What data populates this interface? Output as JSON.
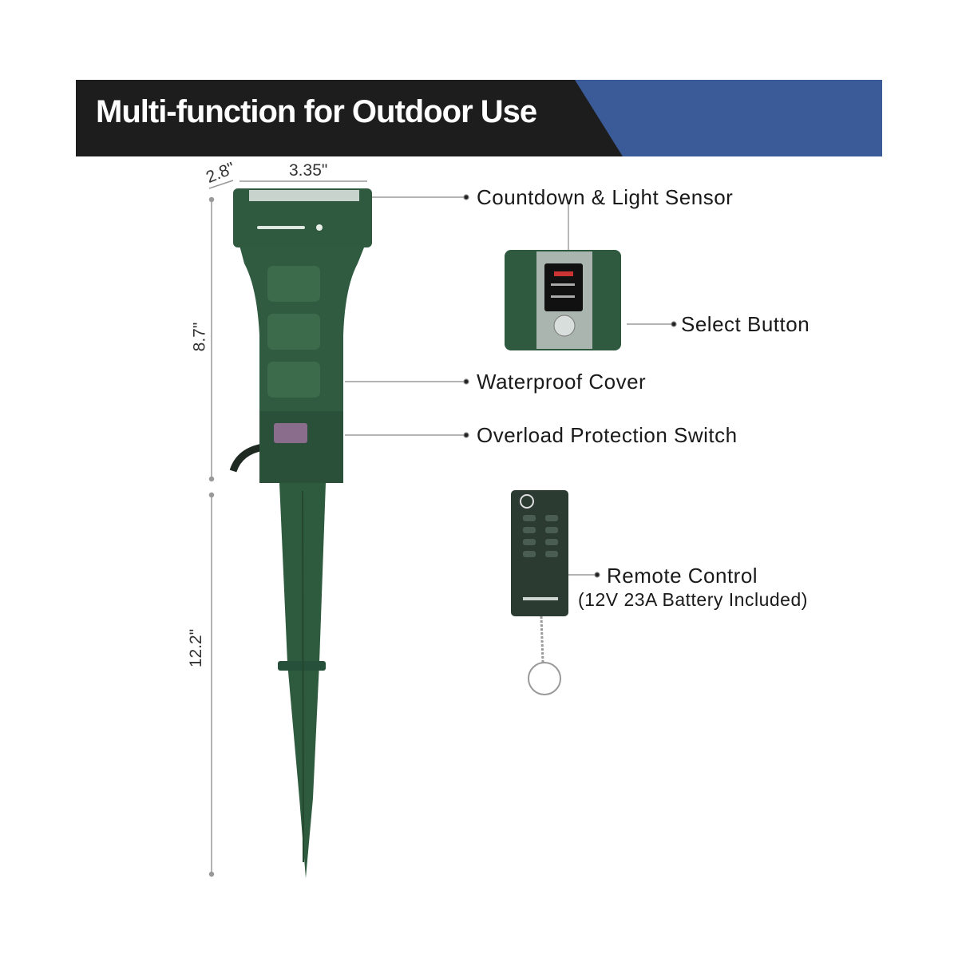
{
  "header": {
    "title": "Multi-function for Outdoor Use"
  },
  "dimensions": {
    "depth": "2.8\"",
    "width": "3.35\"",
    "body_height": "8.7\"",
    "stake_height": "12.2\""
  },
  "callouts": {
    "sensor": "Countdown & Light Sensor",
    "select": "Select Button",
    "cover": "Waterproof Cover",
    "overload": "Overload Protection Switch",
    "remote": "Remote Control",
    "battery": "(12V 23A Battery Included)"
  },
  "colors": {
    "header_dark": "#1d1d1d",
    "header_blue": "#3b5b98",
    "device_green": "#2f5a40"
  }
}
